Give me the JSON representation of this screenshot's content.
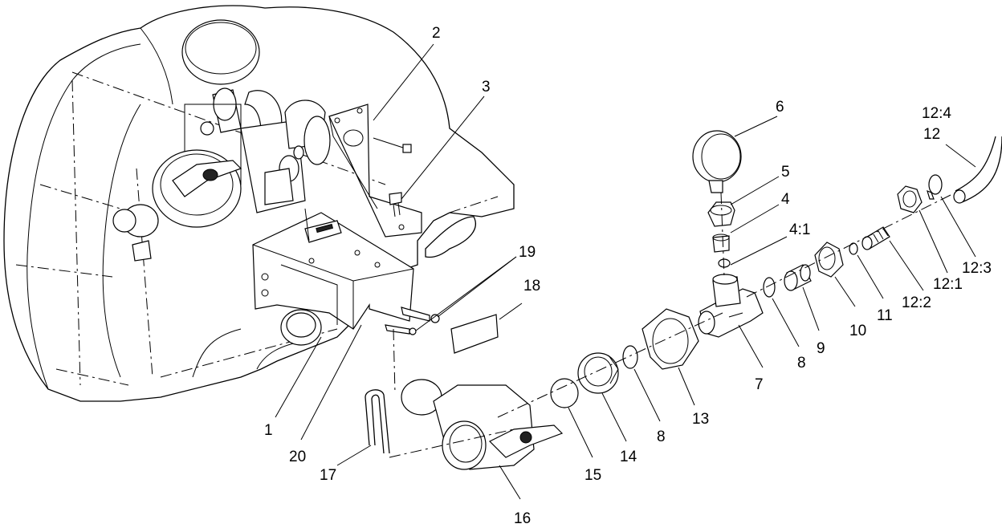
{
  "diagram": {
    "labels": [
      {
        "id": "2",
        "text": "2"
      },
      {
        "id": "3",
        "text": "3"
      },
      {
        "id": "6",
        "text": "6"
      },
      {
        "id": "12_4",
        "text": "12:4"
      },
      {
        "id": "12",
        "text": "12"
      },
      {
        "id": "5",
        "text": "5"
      },
      {
        "id": "4",
        "text": "4"
      },
      {
        "id": "4_1",
        "text": "4:1"
      },
      {
        "id": "19",
        "text": "19"
      },
      {
        "id": "18",
        "text": "18"
      },
      {
        "id": "12_3",
        "text": "12:3"
      },
      {
        "id": "12_1",
        "text": "12:1"
      },
      {
        "id": "12_2",
        "text": "12:2"
      },
      {
        "id": "11",
        "text": "11"
      },
      {
        "id": "10",
        "text": "10"
      },
      {
        "id": "9",
        "text": "9"
      },
      {
        "id": "8a",
        "text": "8"
      },
      {
        "id": "7",
        "text": "7"
      },
      {
        "id": "13",
        "text": "13"
      },
      {
        "id": "8b",
        "text": "8"
      },
      {
        "id": "14",
        "text": "14"
      },
      {
        "id": "15",
        "text": "15"
      },
      {
        "id": "1",
        "text": "1"
      },
      {
        "id": "20",
        "text": "20"
      },
      {
        "id": "17",
        "text": "17"
      },
      {
        "id": "16",
        "text": "16"
      }
    ]
  }
}
